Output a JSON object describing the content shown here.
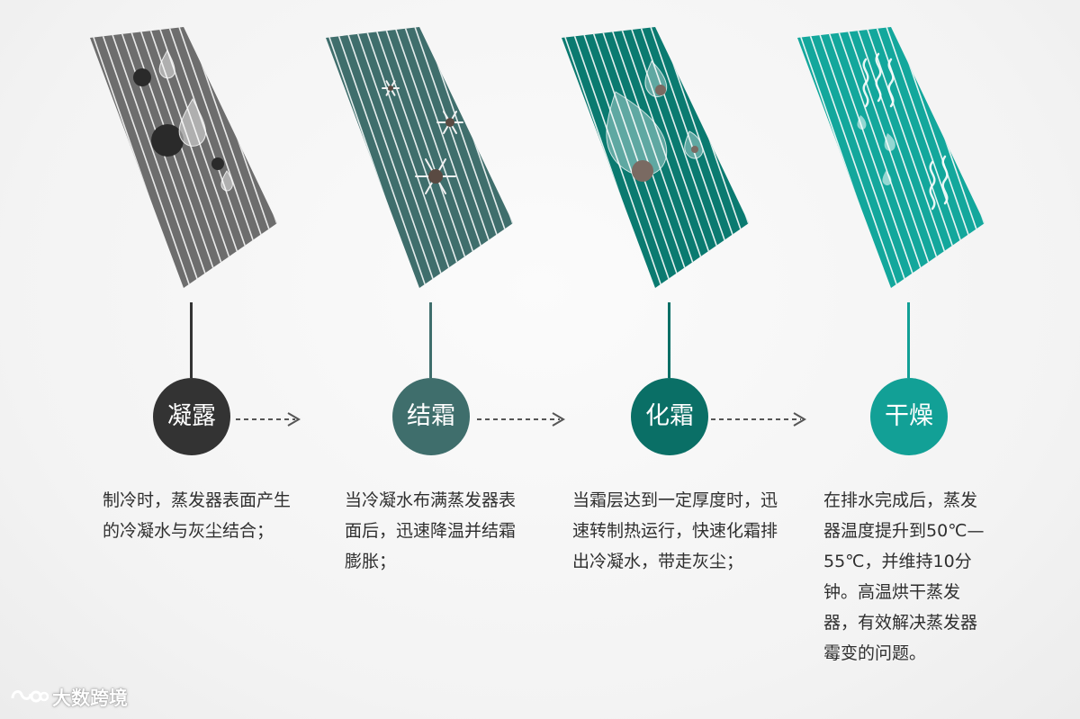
{
  "stages": [
    {
      "id": "condensation",
      "title": "凝露",
      "color": "#333333",
      "panel_color": "#6d6d6d",
      "description_lines": [
        "制冷时，蒸发器表面产生",
        "的冷凝水与灰尘结合；"
      ]
    },
    {
      "id": "frosting",
      "title": "结霜",
      "color": "#3f6e6c",
      "panel_color": "#3f6e6c",
      "description_lines": [
        "当冷凝水布满蒸发器表",
        "面后，迅速降温并结霜",
        "膨胀；"
      ]
    },
    {
      "id": "defrosting",
      "title": "化霜",
      "color": "#0a6f66",
      "panel_color": "#0a7a70",
      "description_lines": [
        "当霜层达到一定厚度时，迅",
        "速转制热运行，快速化霜排",
        "出冷凝水，带走灰尘；"
      ]
    },
    {
      "id": "drying",
      "title": "干燥",
      "color": "#12a096",
      "panel_color": "#13a79c",
      "description_lines": [
        "在排水完成后，蒸发",
        "器温度提升到50℃—",
        "55℃，并维持10分",
        "钟。高温烘干蒸发",
        "器，有效解决蒸发器",
        "霉变的问题。"
      ]
    }
  ],
  "connector_color": "#555555",
  "watermark": {
    "text": "大数跨境",
    "icon": "brand-logo-icon"
  }
}
